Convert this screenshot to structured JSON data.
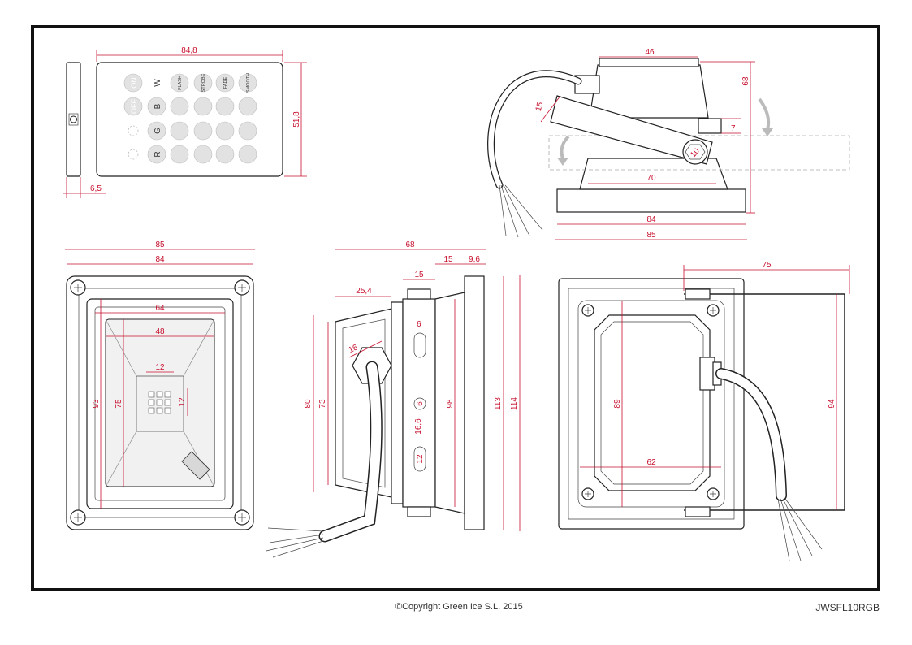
{
  "footer": {
    "copyright": "©Copyright Green Ice S.L. 2015",
    "model": "JWSFL10RGB"
  },
  "remote": {
    "buttons": [
      "ON",
      "W",
      "FLASH",
      "STROBE",
      "FADE",
      "SMOOTH",
      "OFF",
      "B",
      "G",
      "R"
    ]
  },
  "dimensions": {
    "remote_width": "84,8",
    "remote_height": "51,8",
    "remote_thickness": "6,5",
    "side_top_width": "46",
    "side_height": "68",
    "side_angle_offset": "15",
    "side_bracket": "7",
    "side_bolt": "10",
    "side_body_bottom": "70",
    "side_base_84": "84",
    "side_base_85": "85",
    "front_outer": "85",
    "front_inner": "84",
    "front_window": "64",
    "front_lens": "48",
    "front_chip_w": "12",
    "front_chip_h": "12",
    "front_height": "93",
    "front_lens_h": "75",
    "profile_total": "68",
    "profile_body": "25,4",
    "profile_bracket": "15",
    "profile_gap": "15",
    "profile_glass": "9,6",
    "profile_gland": "16",
    "profile_slot_top": "6",
    "profile_hole": "6",
    "profile_slot_pitch": "16,6",
    "profile_slot_bottom": "12",
    "profile_body_h80": "80",
    "profile_body_h73": "73",
    "profile_bracket_h": "98",
    "profile_front_h113": "113",
    "profile_front_h114": "114",
    "back_bracket_w": "75",
    "back_bracket_h": "94",
    "back_plate_h": "89",
    "back_plate_w": "62"
  }
}
